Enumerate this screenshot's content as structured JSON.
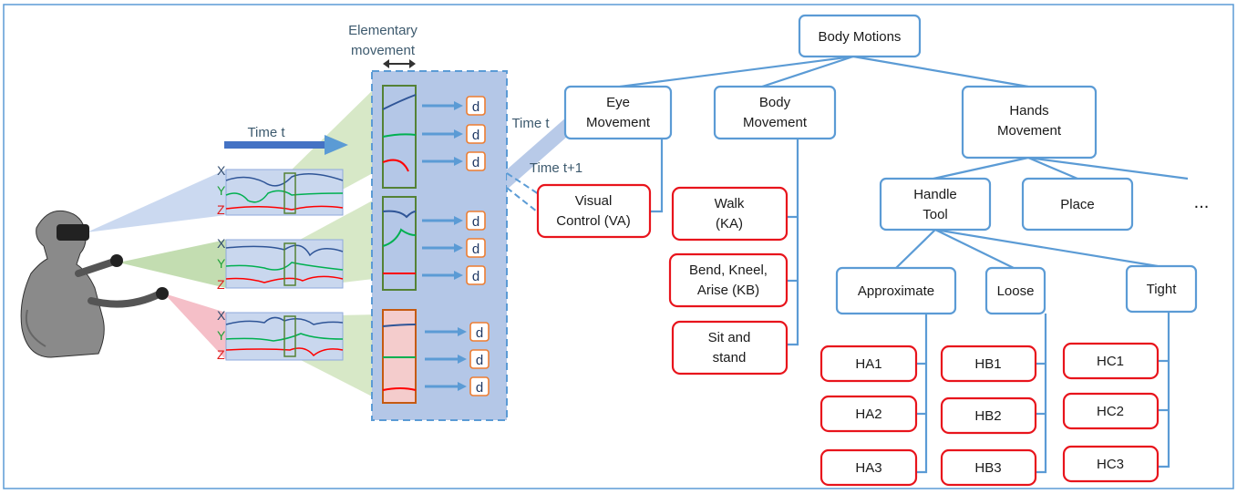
{
  "labels": {
    "elementary": "Elementary",
    "movement": "movement",
    "time_t_left": "Time t",
    "time_t_right": "Time t",
    "time_t1": "Time t+1",
    "x": "X",
    "y": "Y",
    "z": "Z",
    "d": "d",
    "ellipsis": "..."
  },
  "tree": {
    "root": "Body Motions",
    "eye": [
      "Eye",
      "Movement"
    ],
    "body": [
      "Body",
      "Movement"
    ],
    "hands": [
      "Hands",
      "Movement"
    ],
    "visual": [
      "Visual",
      "Control (VA)"
    ],
    "walk": [
      "Walk",
      "(KA)"
    ],
    "bend": [
      "Bend, Kneel,",
      "Arise (KB)"
    ],
    "sit": [
      "Sit and",
      "stand"
    ],
    "handle": [
      "Handle",
      "Tool"
    ],
    "place": "Place",
    "approximate": "Approximate",
    "loose": "Loose",
    "tight": "Tight",
    "ha": [
      "HA1",
      "HA2",
      "HA3"
    ],
    "hb": [
      "HB1",
      "HB2",
      "HB3"
    ],
    "hc": [
      "HC1",
      "HC2",
      "HC3"
    ]
  },
  "colors": {
    "blue": "#5b9bd5",
    "red": "#e8141c",
    "orange": "#ed7d31",
    "panel": "#b4c7e7",
    "green_beam": "#c9e0b4",
    "red_beam": "#f6c6cc"
  }
}
